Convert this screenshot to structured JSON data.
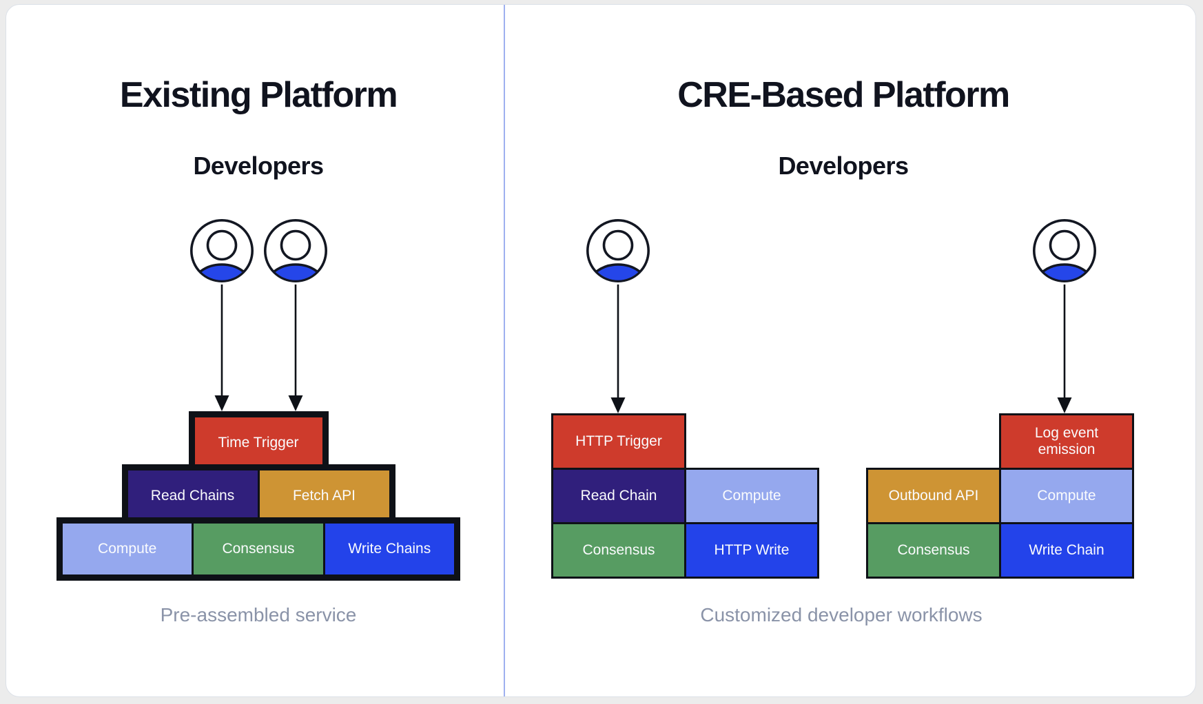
{
  "palette": {
    "pagebg": "#ececec",
    "title": "#10131e",
    "caption": "#8a93a8",
    "divider": "#9fb0ef",
    "outline": "#0e1117",
    "icon-stroke": "#131722",
    "icon-body": "#2546e9",
    "red": "#ce3b2c",
    "indigo": "#301f7c",
    "orange": "#ce9434",
    "periwinkle": "#95a8ee",
    "green": "#579c62",
    "blue": "#2343ea"
  },
  "left_panel": {
    "title": "Existing Platform",
    "subtitle": "Developers",
    "caption": "Pre-assembled service",
    "pyramid_tiers": [
      {
        "blocks": [
          {
            "label": "Time Trigger",
            "color": "red"
          }
        ]
      },
      {
        "blocks": [
          {
            "label": "Read Chains",
            "color": "indigo"
          },
          {
            "label": "Fetch API",
            "color": "orange"
          }
        ]
      },
      {
        "blocks": [
          {
            "label": "Compute",
            "color": "periwinkle"
          },
          {
            "label": "Consensus",
            "color": "green"
          },
          {
            "label": "Write Chains",
            "color": "blue"
          }
        ]
      }
    ]
  },
  "right_panel": {
    "title": "CRE-Based Platform",
    "subtitle": "Developers",
    "caption": "Customized developer workflows",
    "workflows": [
      {
        "cells": [
          {
            "row": 1,
            "col": 1,
            "label": "HTTP Trigger",
            "color": "red"
          },
          {
            "row": 2,
            "col": 1,
            "label": "Read Chain",
            "color": "indigo"
          },
          {
            "row": 2,
            "col": 2,
            "label": "Compute",
            "color": "periwinkle"
          },
          {
            "row": 3,
            "col": 1,
            "label": "Consensus",
            "color": "green"
          },
          {
            "row": 3,
            "col": 2,
            "label": "HTTP Write",
            "color": "blue"
          }
        ]
      },
      {
        "cells": [
          {
            "row": 1,
            "col": 2,
            "label": "Log event emission",
            "color": "red"
          },
          {
            "row": 2,
            "col": 1,
            "label": "Outbound API",
            "color": "orange"
          },
          {
            "row": 2,
            "col": 2,
            "label": "Compute",
            "color": "periwinkle"
          },
          {
            "row": 3,
            "col": 1,
            "label": "Consensus",
            "color": "green"
          },
          {
            "row": 3,
            "col": 2,
            "label": "Write Chain",
            "color": "blue"
          }
        ]
      }
    ]
  },
  "icons": {
    "developer": "person-in-circle-icon"
  }
}
